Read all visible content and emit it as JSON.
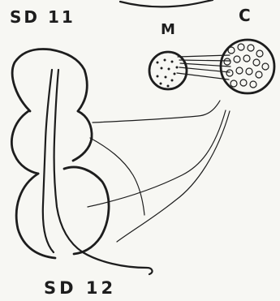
{
  "labels": {
    "top_segment": "SD 11",
    "bottom_segment": "SD 12",
    "circle_m": "M",
    "circle_c": "C"
  }
}
